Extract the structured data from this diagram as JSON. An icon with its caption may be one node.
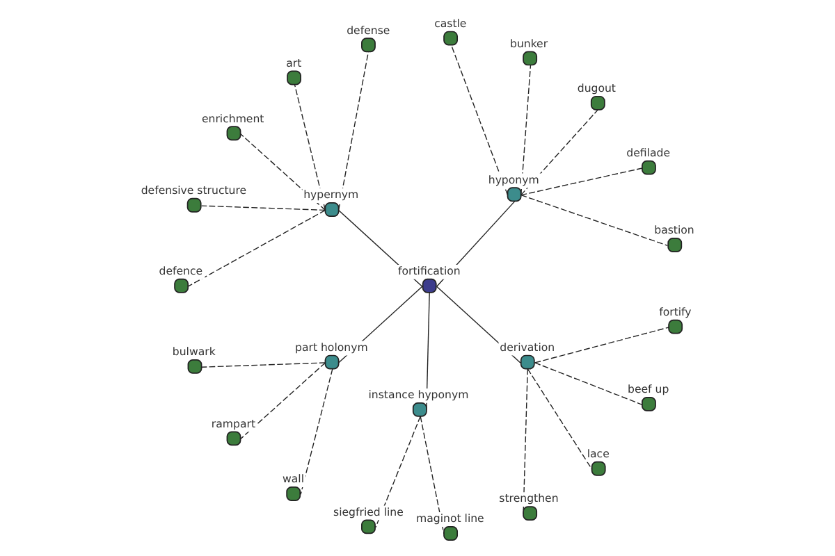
{
  "diagram": {
    "nodes": [
      {
        "text": [
          "fortification"
        ]
      },
      {
        "text": [
          "hyponym"
        ]
      },
      {
        "text": [
          "bastion"
        ]
      },
      {
        "text": [
          "defilade"
        ]
      },
      {
        "text": [
          "dugout"
        ]
      },
      {
        "text": [
          "bunker"
        ]
      },
      {
        "text": [
          "castle"
        ]
      },
      {
        "text": [
          "hypernym"
        ]
      },
      {
        "text": [
          "defense"
        ]
      },
      {
        "text": [
          "art"
        ]
      },
      {
        "text": [
          "enrichment"
        ]
      },
      {
        "text": [
          "defensive structure"
        ]
      },
      {
        "text": [
          "defence"
        ]
      },
      {
        "text": [
          "part holonym"
        ]
      },
      {
        "text": [
          "bulwark"
        ]
      },
      {
        "text": [
          "rampart"
        ]
      },
      {
        "text": [
          "wall"
        ]
      },
      {
        "text": [
          "instance hyponym"
        ]
      },
      {
        "text": [
          "siegfried line"
        ]
      },
      {
        "text": [
          "maginot line"
        ]
      },
      {
        "text": [
          "derivation"
        ]
      },
      {
        "text": [
          "strengthen"
        ]
      },
      {
        "text": [
          "lace"
        ]
      },
      {
        "text": [
          "beef up"
        ]
      },
      {
        "text": [
          "fortify"
        ]
      }
    ],
    "edges": [
      {
        "from": 0,
        "to": 1,
        "arrow": "none"
      },
      {
        "from": 0,
        "to": 7,
        "arrow": "none"
      },
      {
        "from": 0,
        "to": 13,
        "arrow": "none"
      },
      {
        "from": 0,
        "to": 17,
        "arrow": "none"
      },
      {
        "from": 0,
        "to": 20,
        "arrow": "none"
      },
      {
        "from": 1,
        "to": 2,
        "arrow": "none",
        "style": "dashed"
      },
      {
        "from": 1,
        "to": 3,
        "arrow": "none",
        "style": "dashed"
      },
      {
        "from": 1,
        "to": 4,
        "arrow": "none",
        "style": "dashed"
      },
      {
        "from": 1,
        "to": 5,
        "arrow": "none",
        "style": "dashed"
      },
      {
        "from": 1,
        "to": 6,
        "arrow": "none",
        "style": "dashed"
      },
      {
        "from": 7,
        "to": 8,
        "arrow": "none",
        "style": "dashed"
      },
      {
        "from": 7,
        "to": 9,
        "arrow": "none",
        "style": "dashed"
      },
      {
        "from": 7,
        "to": 10,
        "arrow": "none",
        "style": "dashed"
      },
      {
        "from": 7,
        "to": 11,
        "arrow": "none",
        "style": "dashed"
      },
      {
        "from": 7,
        "to": 12,
        "arrow": "none",
        "style": "dashed"
      },
      {
        "from": 13,
        "to": 14,
        "arrow": "none",
        "style": "dashed"
      },
      {
        "from": 13,
        "to": 15,
        "arrow": "none",
        "style": "dashed"
      },
      {
        "from": 13,
        "to": 16,
        "arrow": "none",
        "style": "dashed"
      },
      {
        "from": 17,
        "to": 18,
        "arrow": "none",
        "style": "dashed"
      },
      {
        "from": 17,
        "to": 19,
        "arrow": "none",
        "style": "dashed"
      },
      {
        "from": 20,
        "to": 21,
        "arrow": "none",
        "style": "dashed"
      },
      {
        "from": 20,
        "to": 22,
        "arrow": "none",
        "style": "dashed"
      },
      {
        "from": 20,
        "to": 23,
        "arrow": "none",
        "style": "dashed"
      },
      {
        "from": 20,
        "to": 24,
        "arrow": "none",
        "style": "dashed"
      }
    ]
  }
}
